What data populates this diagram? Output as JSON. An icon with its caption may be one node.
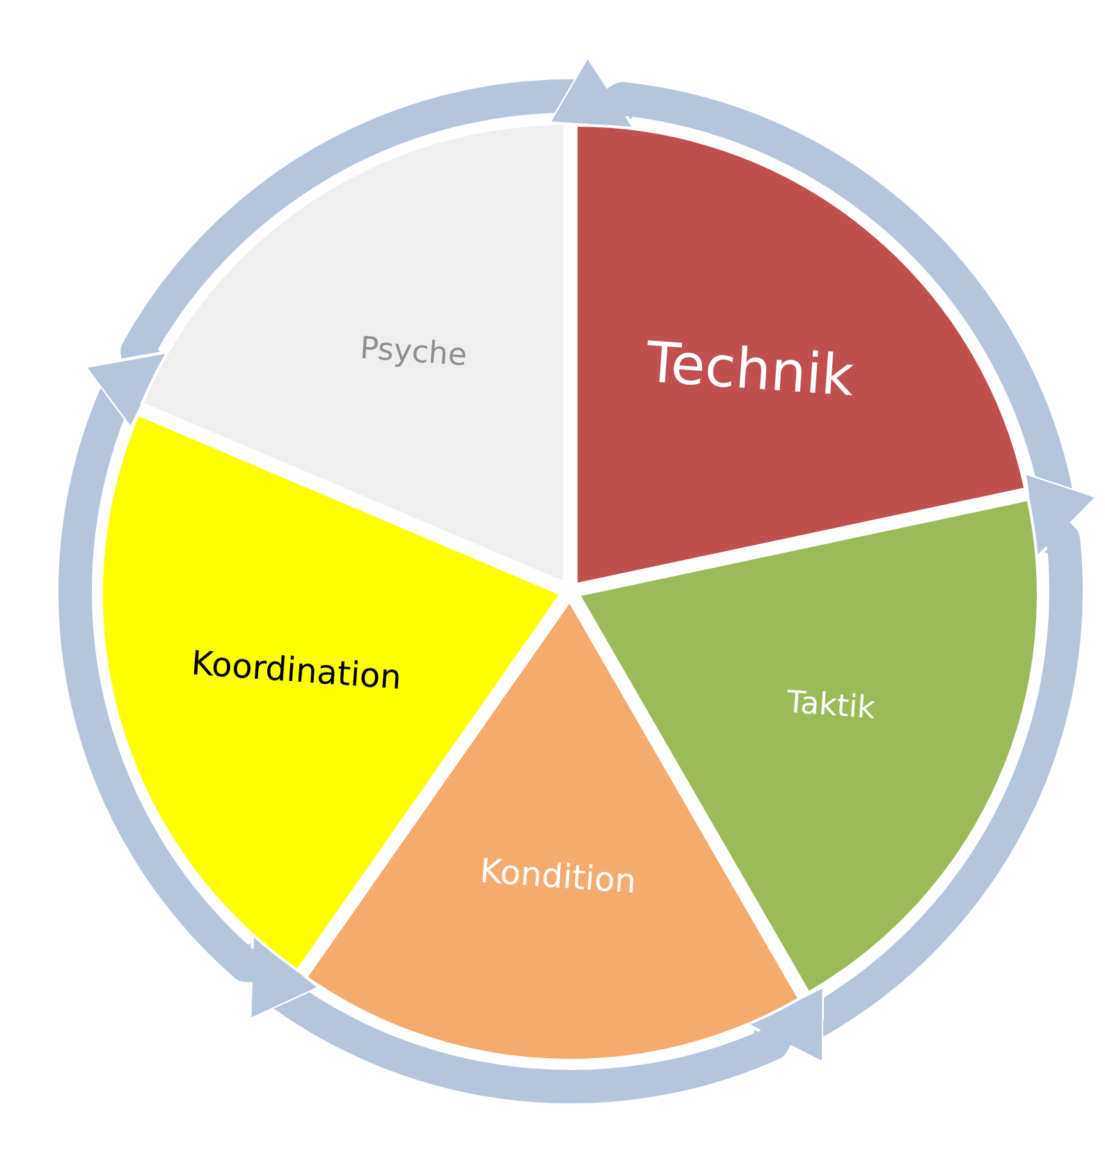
{
  "diagram": {
    "nodes": [
      {
        "text": [
          "Psyche"
        ]
      },
      {
        "text": [
          "Technik"
        ]
      },
      {
        "text": [
          "Taktik"
        ]
      },
      {
        "text": [
          "Kondition"
        ]
      },
      {
        "text": [
          "Koordination"
        ]
      }
    ],
    "edges": [
      {
        "from": 0,
        "to": 1,
        "arrow": "to"
      },
      {
        "from": 1,
        "to": 2,
        "arrow": "to"
      },
      {
        "from": 2,
        "to": 3,
        "arrow": "to"
      },
      {
        "from": 3,
        "to": 4,
        "arrow": "to"
      },
      {
        "from": 4,
        "to": 0,
        "arrow": "to"
      }
    ]
  }
}
